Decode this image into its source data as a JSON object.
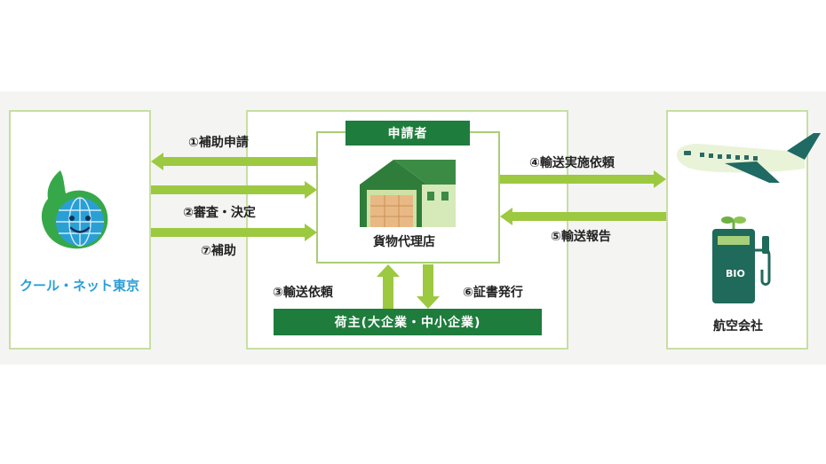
{
  "nodes": {
    "cool_net": "クール・ネット東京",
    "applicant": "申請者",
    "forwarder": "貨物代理店",
    "shipper": "荷主(大企業・中小企業)",
    "airline": "航空会社",
    "bio_label": "BIO"
  },
  "flows": {
    "step1": "①補助申請",
    "step2": "②審査・決定",
    "step3": "③輸送依頼",
    "step4": "④輸送実施依頼",
    "step5": "⑤輸送報告",
    "step6": "⑥証書発行",
    "step7": "⑦補助"
  },
  "colors": {
    "dark_green": "#1e7c3c",
    "arrow_green": "#9cc940",
    "panel_border": "#c8dea2",
    "logo_blue": "#2a9fd6"
  }
}
